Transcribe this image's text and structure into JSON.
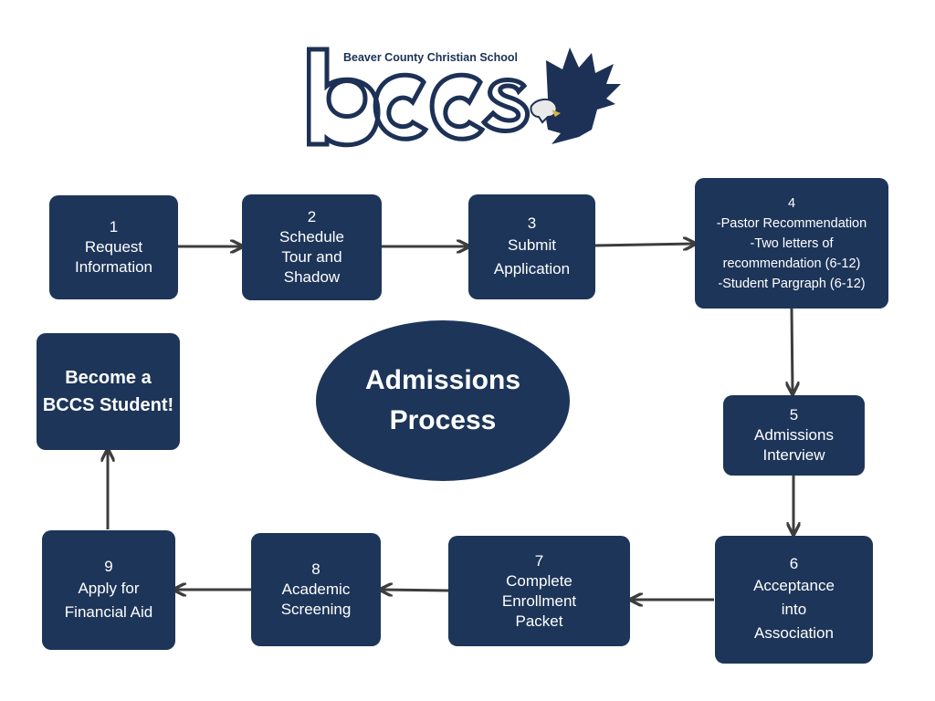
{
  "logo": {
    "school_name": "Beaver County Christian School",
    "initials": "bccs"
  },
  "center": {
    "title": "Admissions\nProcess"
  },
  "steps": [
    {
      "number": "1",
      "label": "Request\nInformation"
    },
    {
      "number": "2",
      "label": "Schedule\nTour and\nShadow"
    },
    {
      "number": "3",
      "label": "Submit\nApplication"
    },
    {
      "number": "4",
      "label": "-Pastor Recommendation\n-Two letters of\nrecommendation (6-12)\n-Student Pargraph (6-12)"
    },
    {
      "number": "5",
      "label": "Admissions\nInterview"
    },
    {
      "number": "6",
      "label": "Acceptance\ninto\nAssociation"
    },
    {
      "number": "7",
      "label": "Complete\nEnrollment\nPacket"
    },
    {
      "number": "8",
      "label": "Academic\nScreening"
    },
    {
      "number": "9",
      "label": "Apply for\nFinancial Aid"
    }
  ],
  "final_step": {
    "label": "Become a\nBCCS Student!"
  },
  "colors": {
    "box": "#1d3559",
    "arrow": "#3d3d3d",
    "text": "#ffffff"
  }
}
